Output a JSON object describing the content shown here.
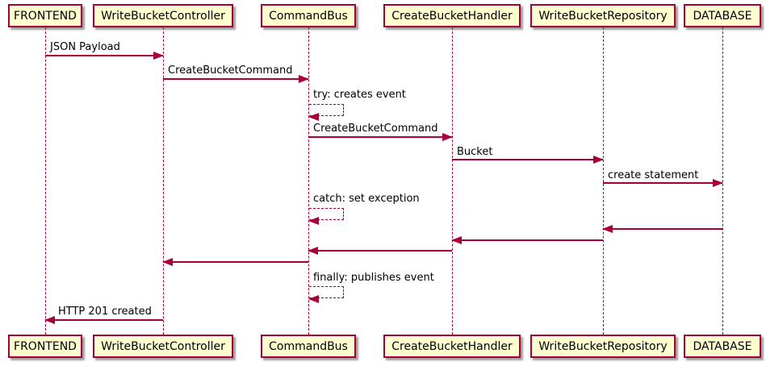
{
  "diagram": {
    "type": "uml-sequence-diagram",
    "participants": [
      {
        "name": "FRONTEND"
      },
      {
        "name": "WriteBucketController"
      },
      {
        "name": "CommandBus"
      },
      {
        "name": "CreateBucketHandler"
      },
      {
        "name": "WriteBucketRepository"
      },
      {
        "name": "DATABASE"
      }
    ],
    "messages": [
      {
        "from": "FRONTEND",
        "to": "WriteBucketController",
        "label": "JSON Payload",
        "style": "solid"
      },
      {
        "from": "WriteBucketController",
        "to": "CommandBus",
        "label": "CreateBucketCommand",
        "style": "solid"
      },
      {
        "from": "CommandBus",
        "to": "CommandBus",
        "label": "try: creates event",
        "style": "dashed-self"
      },
      {
        "from": "CommandBus",
        "to": "CreateBucketHandler",
        "label": "CreateBucketCommand",
        "style": "solid"
      },
      {
        "from": "CreateBucketHandler",
        "to": "WriteBucketRepository",
        "label": "Bucket",
        "style": "solid"
      },
      {
        "from": "WriteBucketRepository",
        "to": "DATABASE",
        "label": "create statement",
        "style": "solid"
      },
      {
        "from": "CommandBus",
        "to": "CommandBus",
        "label": "catch: set exception",
        "style": "dashed-self"
      },
      {
        "from": "DATABASE",
        "to": "WriteBucketRepository",
        "label": "",
        "style": "solid"
      },
      {
        "from": "WriteBucketRepository",
        "to": "CreateBucketHandler",
        "label": "",
        "style": "solid"
      },
      {
        "from": "CreateBucketHandler",
        "to": "CommandBus",
        "label": "",
        "style": "solid"
      },
      {
        "from": "CommandBus",
        "to": "WriteBucketController",
        "label": "",
        "style": "solid"
      },
      {
        "from": "CommandBus",
        "to": "CommandBus",
        "label": "finally: publishes event",
        "style": "dashed-self"
      },
      {
        "from": "WriteBucketController",
        "to": "FRONTEND",
        "label": "HTTP 201 created",
        "style": "solid"
      }
    ],
    "colors": {
      "border": "#A80036",
      "box_fill": "#FEFECE",
      "text": "#000000",
      "background": "#FFFFFF"
    }
  }
}
